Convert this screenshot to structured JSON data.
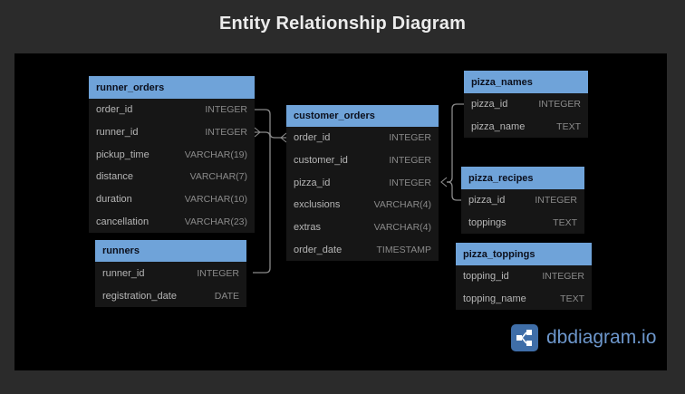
{
  "title": "Entity Relationship Diagram",
  "tables": {
    "runner_orders": {
      "name": "runner_orders",
      "columns": [
        {
          "name": "order_id",
          "type": "INTEGER"
        },
        {
          "name": "runner_id",
          "type": "INTEGER"
        },
        {
          "name": "pickup_time",
          "type": "VARCHAR(19)"
        },
        {
          "name": "distance",
          "type": "VARCHAR(7)"
        },
        {
          "name": "duration",
          "type": "VARCHAR(10)"
        },
        {
          "name": "cancellation",
          "type": "VARCHAR(23)"
        }
      ]
    },
    "runners": {
      "name": "runners",
      "columns": [
        {
          "name": "runner_id",
          "type": "INTEGER"
        },
        {
          "name": "registration_date",
          "type": "DATE"
        }
      ]
    },
    "customer_orders": {
      "name": "customer_orders",
      "columns": [
        {
          "name": "order_id",
          "type": "INTEGER"
        },
        {
          "name": "customer_id",
          "type": "INTEGER"
        },
        {
          "name": "pizza_id",
          "type": "INTEGER"
        },
        {
          "name": "exclusions",
          "type": "VARCHAR(4)"
        },
        {
          "name": "extras",
          "type": "VARCHAR(4)"
        },
        {
          "name": "order_date",
          "type": "TIMESTAMP"
        }
      ]
    },
    "pizza_names": {
      "name": "pizza_names",
      "columns": [
        {
          "name": "pizza_id",
          "type": "INTEGER"
        },
        {
          "name": "pizza_name",
          "type": "TEXT"
        }
      ]
    },
    "pizza_recipes": {
      "name": "pizza_recipes",
      "columns": [
        {
          "name": "pizza_id",
          "type": "INTEGER"
        },
        {
          "name": "toppings",
          "type": "TEXT"
        }
      ]
    },
    "pizza_toppings": {
      "name": "pizza_toppings",
      "columns": [
        {
          "name": "topping_id",
          "type": "INTEGER"
        },
        {
          "name": "topping_name",
          "type": "TEXT"
        }
      ]
    }
  },
  "branding": {
    "logo_text": "dbdiagram.io",
    "logo_icon": "dbdiagram-logo-icon",
    "accent_color": "#3f6ea8"
  },
  "colors": {
    "header": "#6fa3d9",
    "canvas": "#000000",
    "table_body": "#161616"
  }
}
